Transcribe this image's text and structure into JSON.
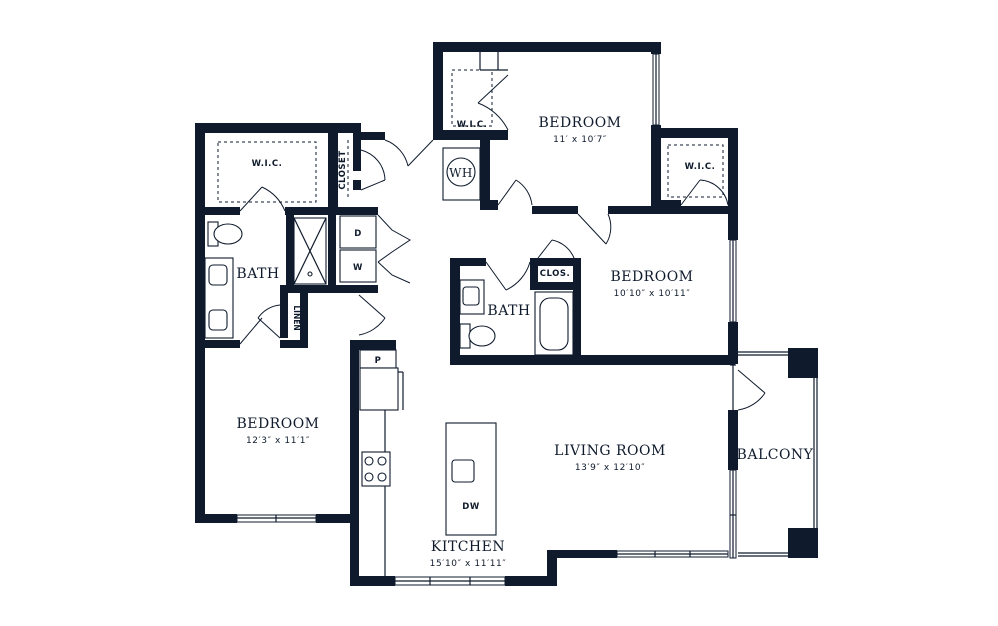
{
  "rooms": {
    "bedroom_top": {
      "name": "BEDROOM",
      "dims": "11′ x 10′7″"
    },
    "bedroom_right": {
      "name": "BEDROOM",
      "dims": "10′10″ x 10′11″"
    },
    "bedroom_left": {
      "name": "BEDROOM",
      "dims": "12′3″ x 11′1″"
    },
    "living_room": {
      "name": "LIVING ROOM",
      "dims": "13′9″ x 12′10″"
    },
    "kitchen": {
      "name": "KITCHEN",
      "dims": "15′10″ x 11′11″"
    },
    "balcony": {
      "name": "BALCONY"
    },
    "bath_left": {
      "name": "BATH"
    },
    "bath_center": {
      "name": "BATH"
    }
  },
  "labels": {
    "wic_top": "W.I.C.",
    "wic_left": "W.I.C.",
    "wic_right": "W.I.C.",
    "closet": "CLOSET",
    "clos": "CLOS.",
    "linen": "LINEN",
    "wh": "WH",
    "dryer": "D",
    "washer": "W",
    "pantry": "P",
    "dishwasher": "DW"
  },
  "colors": {
    "wall": "#0f1b2d",
    "background": "#ffffff"
  }
}
